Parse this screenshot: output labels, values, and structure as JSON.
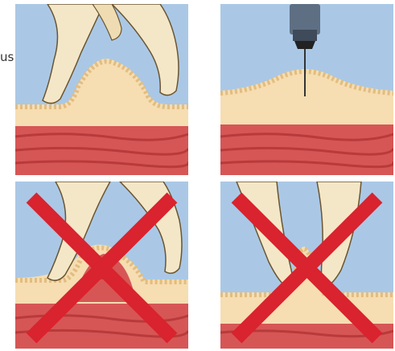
{
  "margin_text": "us",
  "colors": {
    "sky": "#aac8e6",
    "fat": "#f6ddb2",
    "skin_edge": "#e2bd7f",
    "muscle": "#d65656",
    "muscle_dark": "#b93a3a",
    "hand": "#f4e7c7",
    "hand_outline": "#6a5532",
    "needle_body": "#5f6f83",
    "cross": "#d9232e"
  },
  "panels": [
    {
      "id": "pinch-correct",
      "status": "correct"
    },
    {
      "id": "needle-injection",
      "status": "correct"
    },
    {
      "id": "pinch-too-deep",
      "status": "incorrect"
    },
    {
      "id": "pinch-too-shallow",
      "status": "incorrect"
    }
  ]
}
